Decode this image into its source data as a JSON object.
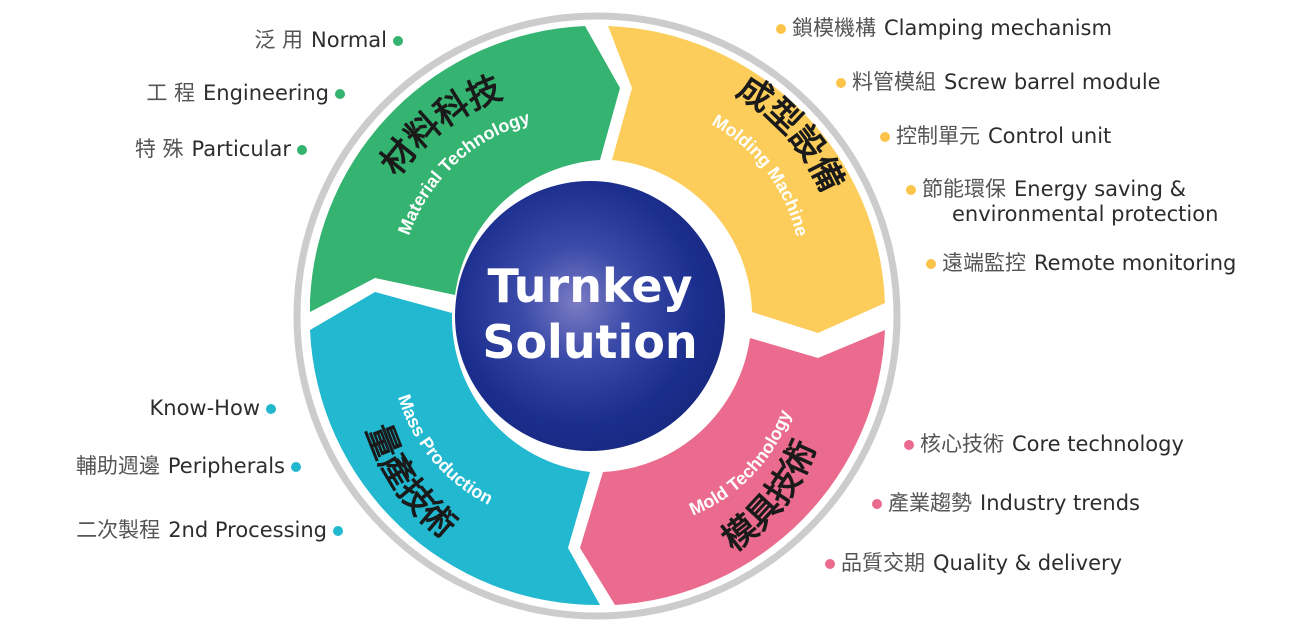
{
  "center": {
    "line1": "Turnkey",
    "line2": "Solution",
    "color": "#1e2d8c"
  },
  "segments": [
    {
      "id": "material",
      "zh": "材料科技",
      "en": "Material Technology",
      "color": "#35b370",
      "bullet_color": "#35b370",
      "items": [
        {
          "zh": "泛 用",
          "en": "Normal"
        },
        {
          "zh": "工 程",
          "en": "Engineering"
        },
        {
          "zh": "特 殊",
          "en": "Particular"
        }
      ]
    },
    {
      "id": "molding",
      "zh": "成型設備",
      "en": "Molding Machine",
      "color": "#fccd5a",
      "bullet_color": "#fcc44a",
      "items": [
        {
          "zh": "鎖模機構",
          "en": "Clamping mechanism"
        },
        {
          "zh": "料管模組",
          "en": "Screw barrel module"
        },
        {
          "zh": "控制單元",
          "en": "Control unit"
        },
        {
          "zh": "節能環保",
          "en": "Energy saving &",
          "en2": "environmental protection"
        },
        {
          "zh": "遠端監控",
          "en": "Remote monitoring"
        }
      ]
    },
    {
      "id": "mold",
      "zh": "模具技術",
      "en": "Mold Technology",
      "color": "#ea6b8e",
      "bullet_color": "#ea6b8e",
      "items": [
        {
          "zh": "核心技術",
          "en": "Core technology"
        },
        {
          "zh": "產業趨勢",
          "en": "Industry trends"
        },
        {
          "zh": "品質交期",
          "en": "Quality & delivery"
        }
      ]
    },
    {
      "id": "mass",
      "zh": "量產技術",
      "en": "Mass Production",
      "color": "#22b8cf",
      "bullet_color": "#22b8cf",
      "items": [
        {
          "zh": "",
          "en": "Know-How"
        },
        {
          "zh": "輔助週邊",
          "en": "Peripherals"
        },
        {
          "zh": "二次製程",
          "en": "2nd Processing"
        }
      ]
    }
  ],
  "ring": {
    "outer_color": "#cccccc"
  }
}
